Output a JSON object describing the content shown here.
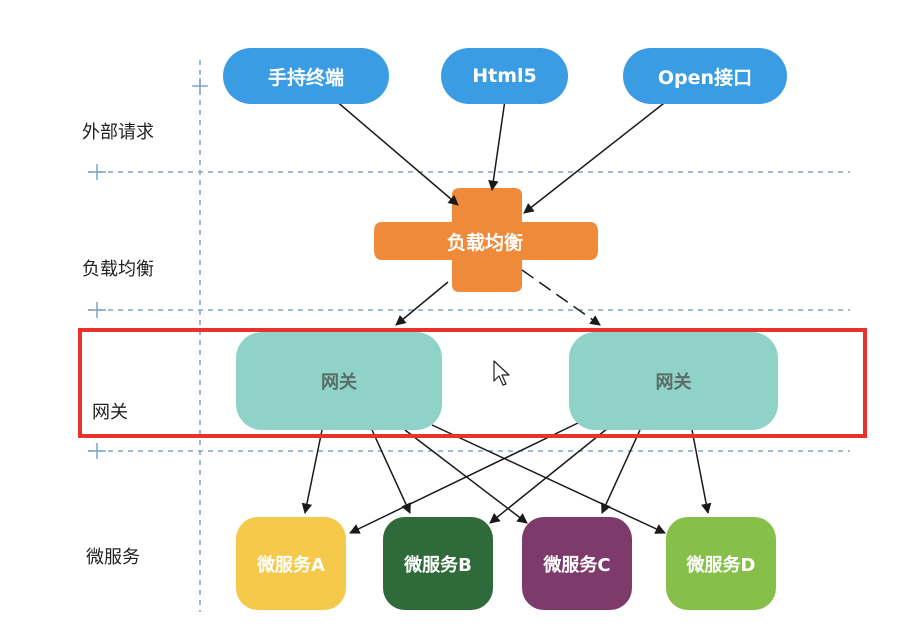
{
  "layers": {
    "external": "外部请求",
    "load_balance": "负载均衡",
    "gateway": "网关",
    "microservice": "微服务"
  },
  "clients": {
    "handheld": "手持终端",
    "html5": "Html5",
    "open_api": "Open接口"
  },
  "load_balancer": {
    "label": "负载均衡"
  },
  "gateways": {
    "left": "网关",
    "right": "网关"
  },
  "services": {
    "a": "微服务A",
    "b": "微服务B",
    "c": "微服务C",
    "d": "微服务D"
  },
  "colors": {
    "client": "#3a9de3",
    "load_balancer": "#ef8a3a",
    "gateway": "#8fd3c8",
    "gateway_text": "#5a6b6a",
    "service_a": "#f5c94a",
    "service_b": "#2f6a3a",
    "service_c": "#7d3a6b",
    "service_d": "#86c04a",
    "highlight": "#e8322a"
  },
  "icons": {
    "cursor": "mouse-pointer-icon"
  }
}
